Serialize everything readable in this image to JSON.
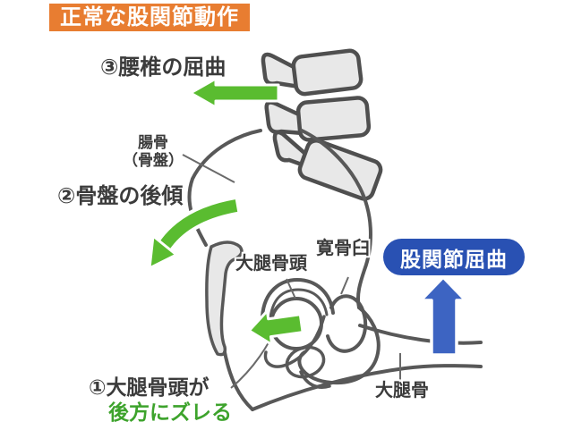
{
  "header": {
    "title": "正常な股関節動作"
  },
  "badge": {
    "label": "股関節屈曲"
  },
  "labels": {
    "step3": "③腰椎の屈曲",
    "ilium_line1": "腸骨",
    "ilium_line2": "（骨盤）",
    "step2": "②骨盤の後傾",
    "femoral_head": "大腿骨頭",
    "acetabulum": "寛骨臼",
    "step1_line1": "①大腿骨頭が",
    "step1_line2": "後方にズレる",
    "femur": "大腿骨"
  },
  "arrows": {
    "lumbar_flexion": {
      "direction": "left",
      "color": "#5abc30"
    },
    "pelvic_tilt": {
      "direction": "curved-down-left",
      "color": "#5abc30"
    },
    "femoral_head_shift": {
      "direction": "left",
      "color": "#5abc30"
    },
    "hip_flexion": {
      "direction": "up",
      "color": "#3d64c2"
    }
  },
  "colors": {
    "banner_orange": "#e87d31",
    "badge_blue": "#2951b3",
    "arrow_blue": "#3d64c2",
    "arrow_green": "#5abc30",
    "green_text": "#3da32c",
    "bone_outline": "#585858",
    "bone_fill": "#e8e8e8",
    "text_dark": "#3b3b3b"
  }
}
